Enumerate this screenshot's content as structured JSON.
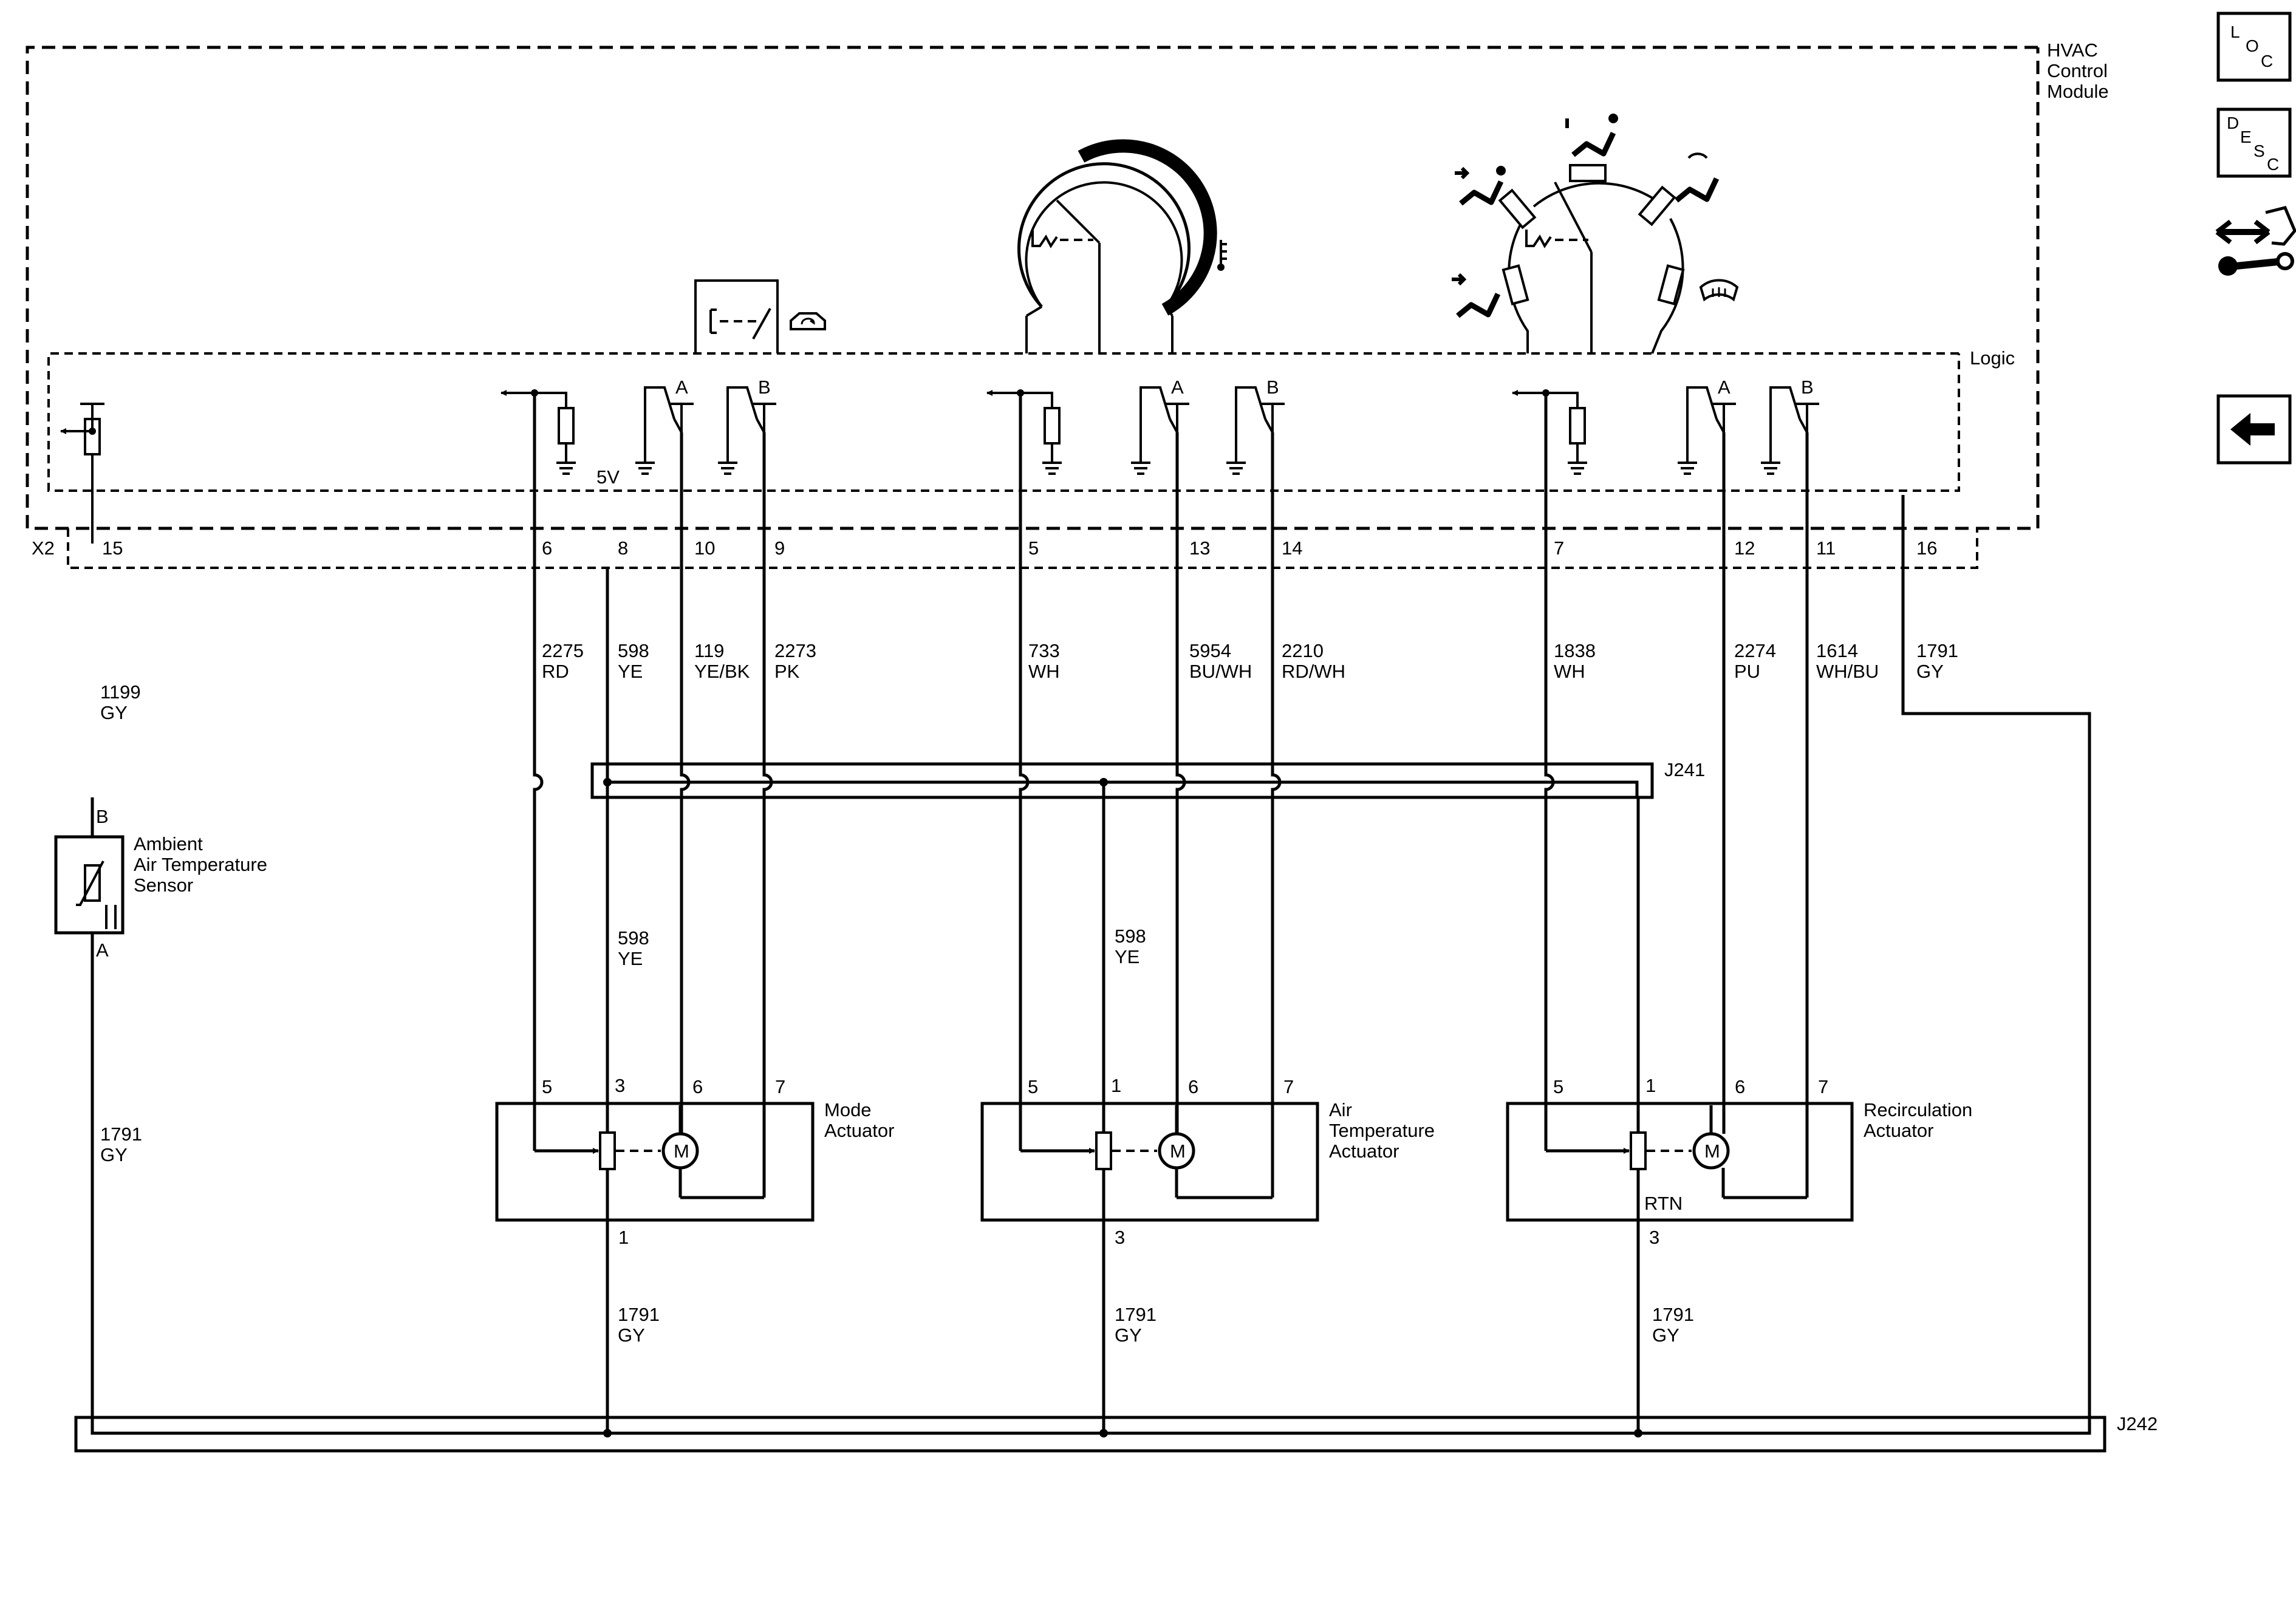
{
  "module": {
    "title": [
      "HVAC",
      "Control",
      "Module"
    ],
    "logic": "Logic",
    "connector": "X2"
  },
  "pins": {
    "p15": "15",
    "p6": "6",
    "p8": "8",
    "p10": "10",
    "p9": "9",
    "p5": "5",
    "p13": "13",
    "p14": "14",
    "p7": "7",
    "p12": "12",
    "p11": "11",
    "p16": "16"
  },
  "voltage": "5V",
  "switch_labels": {
    "a": "A",
    "b": "B"
  },
  "circuits": {
    "c1199": [
      "1199",
      "GY"
    ],
    "c2275": [
      "2275",
      "RD"
    ],
    "c598": [
      "598",
      "YE"
    ],
    "c119": [
      "119",
      "YE/BK"
    ],
    "c2273": [
      "2273",
      "PK"
    ],
    "c733": [
      "733",
      "WH"
    ],
    "c5954": [
      "5954",
      "BU/WH"
    ],
    "c2210": [
      "2210",
      "RD/WH"
    ],
    "c1838": [
      "1838",
      "WH"
    ],
    "c2274": [
      "2274",
      "PU"
    ],
    "c1614": [
      "1614",
      "WH/BU"
    ],
    "c1791": [
      "1791",
      "GY"
    ]
  },
  "splices": {
    "j241": "J241",
    "j242": "J242"
  },
  "sensor": {
    "name": [
      "Ambient",
      "Air Temperature",
      "Sensor"
    ],
    "pin_b": "B",
    "pin_a": "A"
  },
  "actuators": {
    "mode": {
      "name": [
        "Mode",
        "Actuator"
      ],
      "pins": {
        "ref": "5",
        "supply": "3",
        "ma": "6",
        "mb": "7",
        "low": "1"
      }
    },
    "air_temp": {
      "name": [
        "Air",
        "Temperature",
        "Actuator"
      ],
      "pins": {
        "ref": "5",
        "supply": "1",
        "ma": "6",
        "mb": "7",
        "low": "3"
      }
    },
    "recirc": {
      "name": [
        "Recirculation",
        "Actuator"
      ],
      "pins": {
        "ref": "5",
        "supply": "1",
        "ma": "6",
        "mb": "7",
        "low": "3"
      },
      "rtn": "RTN"
    }
  },
  "motor_symbol": "M",
  "nav": {
    "loc": [
      "L",
      "O",
      "C"
    ],
    "desc": [
      "D",
      "E",
      "S",
      "C"
    ]
  },
  "icons": [
    "loc-icon",
    "desc-icon",
    "connector-repair-icon",
    "back-arrow-icon",
    "recirculation-car-icon",
    "temperature-icon",
    "vent-icon",
    "bi-level-icon",
    "floor-icon",
    "defog-icon",
    "defrost-icon",
    "thermistor-icon",
    "motor-icon",
    "ground-icon"
  ]
}
